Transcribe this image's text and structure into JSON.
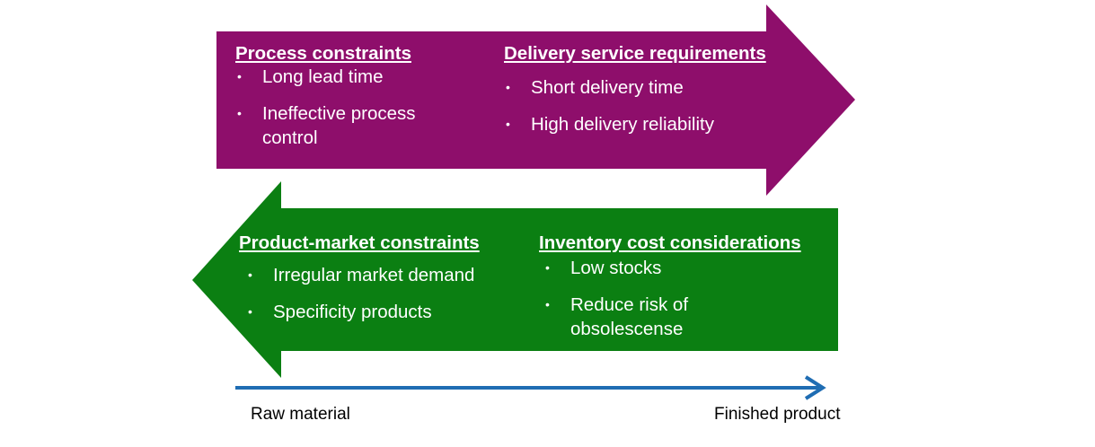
{
  "top_arrow": {
    "color": "#8e0e6b",
    "left_section": {
      "heading": "Process constraints",
      "items": [
        "Long lead time",
        "Ineffective process control"
      ]
    },
    "right_section": {
      "heading": "Delivery service requirements",
      "items": [
        "Short delivery time",
        "High delivery reliability"
      ]
    }
  },
  "bottom_arrow": {
    "color": "#0b7f12",
    "left_section": {
      "heading": "Product-market constraints",
      "items": [
        "Irregular market demand",
        "Specificity products"
      ]
    },
    "right_section": {
      "heading": "Inventory cost considerations",
      "items": [
        "Low stocks",
        "Reduce risk of obsolescense"
      ]
    }
  },
  "flow_axis": {
    "color": "#1f6db3",
    "start_label": "Raw material",
    "end_label": "Finished product"
  }
}
